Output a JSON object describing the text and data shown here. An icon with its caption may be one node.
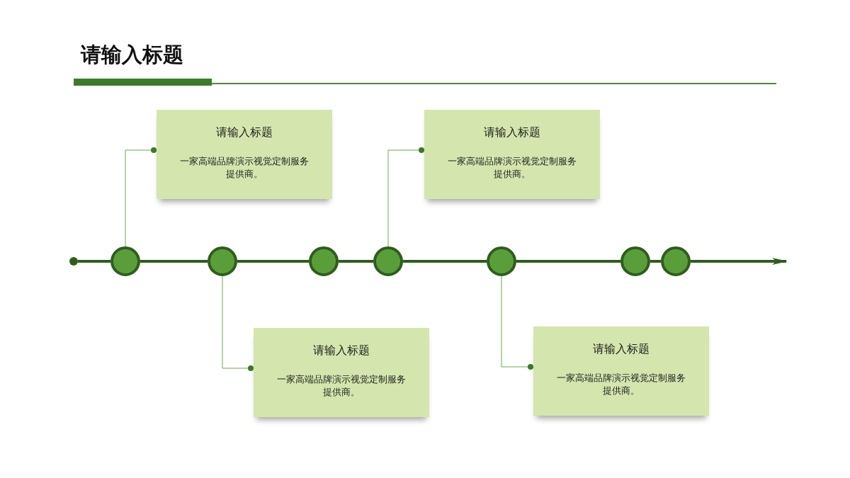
{
  "diagram": {
    "title": "请输入标题",
    "nodes": [
      {
        "text": [
          "请输入标题",
          "一家高端品牌演示视觉定制服务提供商。"
        ]
      },
      {
        "text": [
          "请输入标题",
          "一家高端品牌演示视觉定制服务提供商。"
        ]
      },
      {
        "text": [
          "请输入标题",
          "一家高端品牌演示视觉定制服务提供商。"
        ]
      },
      {
        "text": [
          "请输入标题",
          "一家高端品牌演示视觉定制服务提供商。"
        ]
      },
      {
        "text": [],
        "shape": "circle"
      },
      {
        "text": [],
        "shape": "circle"
      },
      {
        "text": [],
        "shape": "circle"
      },
      {
        "text": [],
        "shape": "circle"
      },
      {
        "text": [],
        "shape": "circle"
      },
      {
        "text": [],
        "shape": "circle"
      },
      {
        "text": [],
        "shape": "circle"
      },
      {
        "text": [],
        "shape": "circle"
      }
    ],
    "edges": [
      {
        "from": 4,
        "to": 5,
        "arrow": "none"
      },
      {
        "from": 5,
        "to": 6,
        "arrow": "none"
      },
      {
        "from": 6,
        "to": 7,
        "arrow": "none"
      },
      {
        "from": 7,
        "to": 8,
        "arrow": "none"
      },
      {
        "from": 8,
        "to": 9,
        "arrow": "none"
      },
      {
        "from": 9,
        "to": 10,
        "arrow": "none"
      },
      {
        "from": 10,
        "to": 11,
        "arrow": "none"
      },
      {
        "from": 11,
        "to": null,
        "arrow": "to"
      },
      {
        "from": 5,
        "to": 0,
        "arrow": "other"
      },
      {
        "from": 8,
        "to": 1,
        "arrow": "other"
      },
      {
        "from": 6,
        "to": 2,
        "arrow": "other"
      },
      {
        "from": 9,
        "to": 3,
        "arrow": "other"
      }
    ]
  }
}
